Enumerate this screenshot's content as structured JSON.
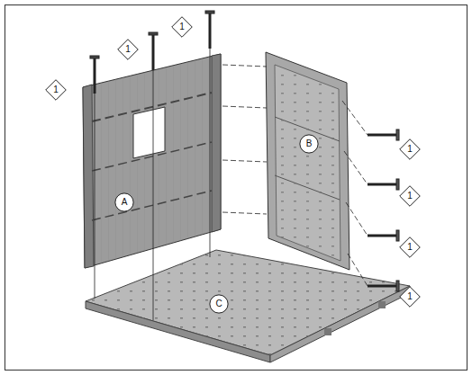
{
  "diagram": {
    "nodes": [
      {
        "text": [
          "1"
        ]
      },
      {
        "text": [
          "1"
        ]
      },
      {
        "text": [
          "1"
        ]
      },
      {
        "text": [
          "A"
        ]
      },
      {
        "text": [
          "B"
        ]
      },
      {
        "text": [
          "1"
        ]
      },
      {
        "text": [
          "1"
        ]
      },
      {
        "text": [
          "1"
        ]
      },
      {
        "text": [
          "1"
        ]
      },
      {
        "text": [
          "C"
        ]
      }
    ]
  }
}
